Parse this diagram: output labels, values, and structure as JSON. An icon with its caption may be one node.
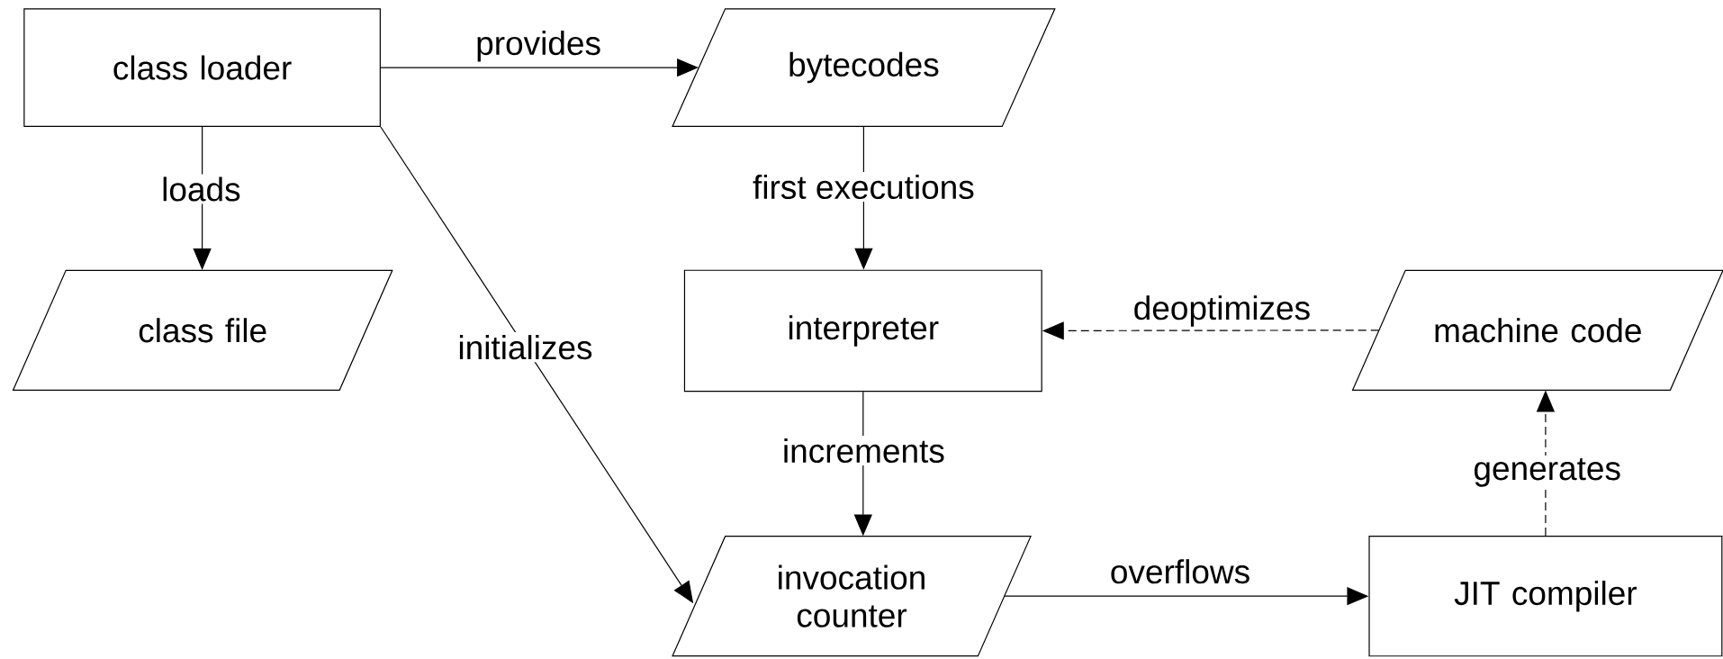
{
  "diagram": {
    "nodes": [
      {
        "text": [
          "class loader"
        ]
      },
      {
        "text": [
          "bytecodes"
        ]
      },
      {
        "text": [
          "class file"
        ]
      },
      {
        "text": [
          "interpreter"
        ]
      },
      {
        "text": [
          "machine code"
        ]
      },
      {
        "text": [
          "invocation counter"
        ]
      },
      {
        "text": [
          "JIT compiler"
        ]
      }
    ],
    "edges": [
      {
        "from": 0,
        "to": 1,
        "arrow": "to",
        "label": "provides"
      },
      {
        "from": 0,
        "to": 2,
        "arrow": "to",
        "label": "loads"
      },
      {
        "from": 0,
        "to": 5,
        "arrow": "to",
        "label": "initializes"
      },
      {
        "from": 1,
        "to": 3,
        "arrow": "to",
        "label": "first executions"
      },
      {
        "from": 4,
        "to": 3,
        "arrow": "to",
        "label": "deoptimizes",
        "style": "dashed"
      },
      {
        "from": 3,
        "to": 5,
        "arrow": "to",
        "label": "increments"
      },
      {
        "from": 5,
        "to": 6,
        "arrow": "to",
        "label": "overflows"
      },
      {
        "from": 6,
        "to": 4,
        "arrow": "to",
        "label": "generates",
        "style": "dashed"
      }
    ]
  }
}
